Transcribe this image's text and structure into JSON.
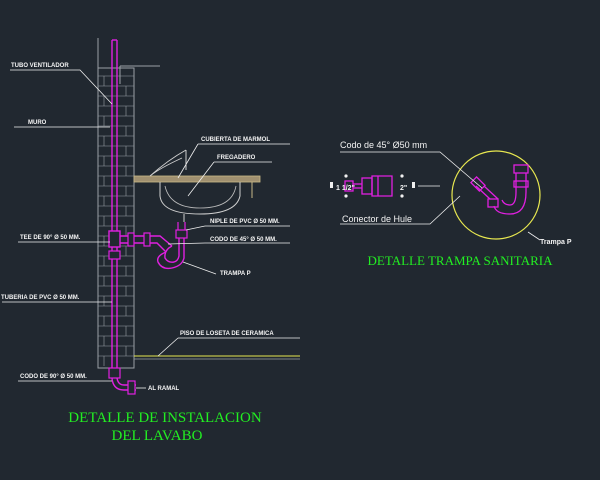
{
  "colors": {
    "background": "#212830",
    "wall": "#9aa0a6",
    "pipe": "#e020e0",
    "leader": "#f0f0f0",
    "tile_line": "#e8e850",
    "title": "#22ee22",
    "countertop": "#a09070"
  },
  "lavabo_labels": {
    "tubo_ventilador": "TUBO VENTILADOR",
    "muro": "MURO",
    "cubierta": "CUBIERTA DE MARMOL",
    "fregadero": "FREGADERO",
    "niple": "NIPLE DE PVC Ø 50 MM.",
    "codo45": "CODO DE 45° Ø 50 MM.",
    "tee": "TEE DE 90° Ø 50 MM.",
    "trampa": "TRAMPA P",
    "tuberia": "TUBERIA DE PVC Ø 50 MM.",
    "piso": "PISO DE LOSETA DE CERAMICA",
    "codo90": "CODO DE 90° Ø 50 MM.",
    "al_ramal": "AL RAMAL"
  },
  "trampa_labels": {
    "codo45": "Codo de 45°  Ø50 mm",
    "dim_left": "1 1/2\"",
    "dim_right": "2\"",
    "conector": "Conector de Hule",
    "trampa_p": "Trampa P"
  },
  "titles": {
    "lavabo_line1": "DETALLE DE INSTALACION",
    "lavabo_line2": "DEL LAVABO",
    "trampa": "DETALLE TRAMPA SANITARIA"
  }
}
